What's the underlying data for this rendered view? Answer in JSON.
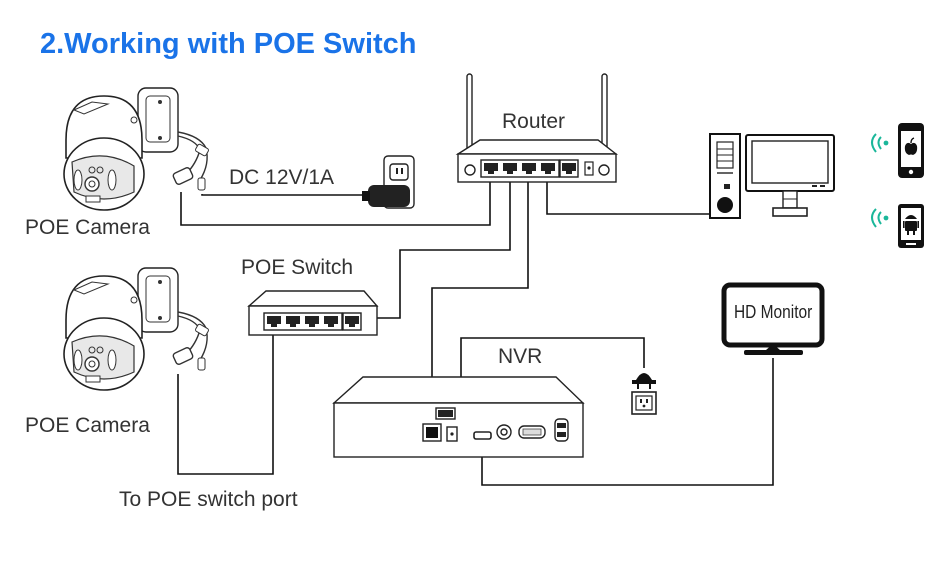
{
  "title": "2.Working with POE Switch",
  "labels": {
    "camera_top": "POE Camera",
    "camera_bottom": "POE Camera",
    "dc_power": "DC 12V/1A",
    "router": "Router",
    "poe_switch": "POE Switch",
    "nvr": "NVR",
    "hd_monitor": "HD Monitor",
    "switch_port_note": "To POE switch port"
  },
  "colors": {
    "title": "#1a73e8",
    "wifi": "#1bb79a",
    "line": "#111111",
    "text": "#333333"
  },
  "devices": [
    {
      "name": "POE Camera",
      "count": 2
    },
    {
      "name": "Router",
      "ports": 5
    },
    {
      "name": "POE Switch",
      "ports": 5
    },
    {
      "name": "NVR"
    },
    {
      "name": "HD Monitor"
    },
    {
      "name": "PC"
    },
    {
      "name": "iPhone",
      "icon": "apple-icon"
    },
    {
      "name": "Android phone",
      "icon": "android-icon"
    }
  ]
}
